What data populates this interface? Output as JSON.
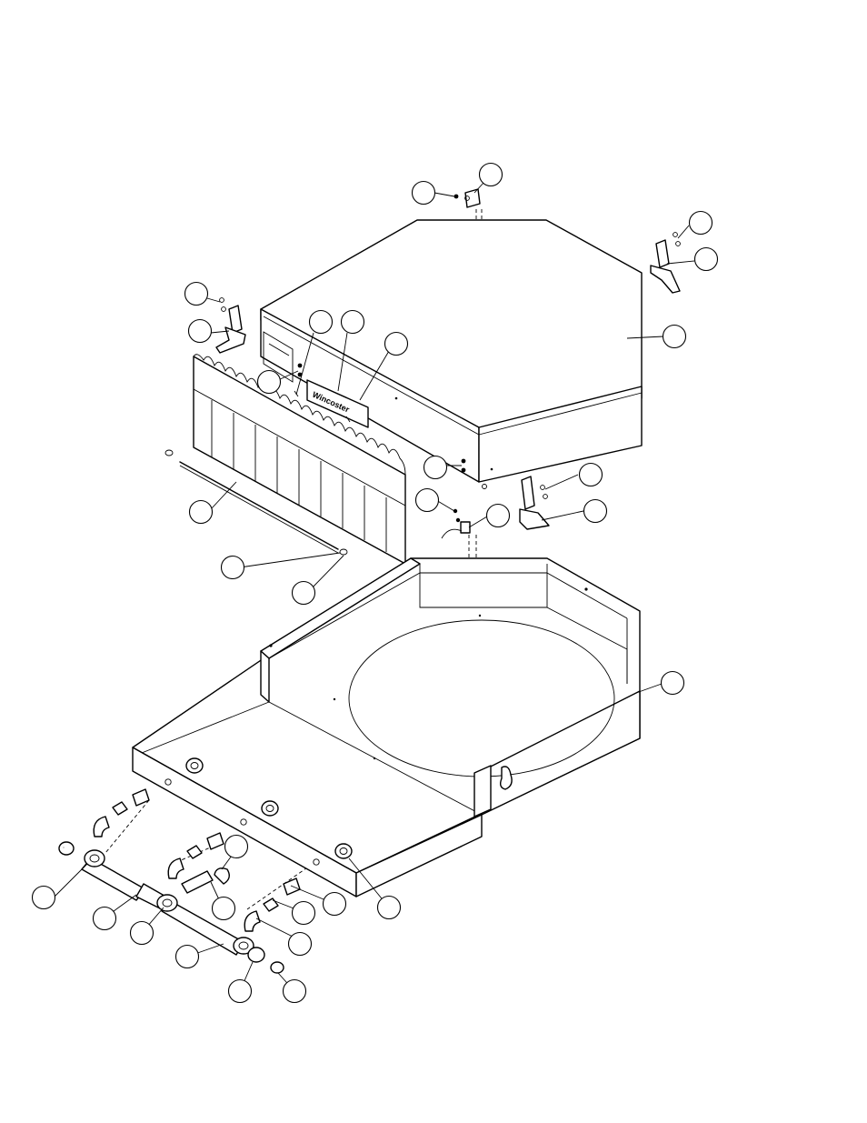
{
  "drawing": {
    "type": "exploded-parts-diagram",
    "nameplate_text": "Wincoster",
    "balloon_count": 33,
    "balloons_have_numbers": false,
    "parts": [
      "top-cover",
      "cover-panel",
      "hinge-rod",
      "hinge-bracket",
      "latch",
      "base-pan",
      "drain-manifold",
      "pipe-fittings"
    ]
  }
}
